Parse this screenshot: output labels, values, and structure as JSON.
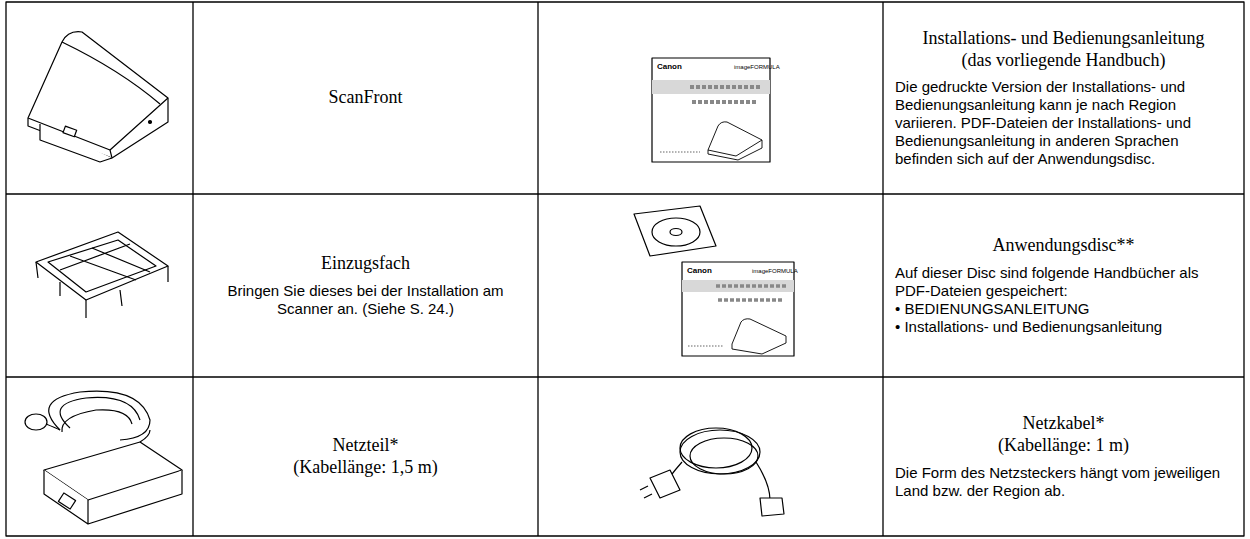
{
  "diagram": {
    "nodes": [
      {
        "text": [
          "ScanFront"
        ]
      },
      {
        "text": [
          "Installations- und Bedienungsanleitung",
          "(das vorliegende Handbuch)",
          "Die gedruckte Version der Installations- und Bedienungsanleitung kann je nach Region variieren. PDF-Dateien der Installations- und Bedienungsanleitung in anderen Sprachen befinden sich auf der Anwendungsdisc."
        ]
      },
      {
        "text": [
          "Einzugsfach",
          "Bringen Sie dieses bei der Installation am Scanner an. (Siehe S. 24.)"
        ]
      },
      {
        "text": [
          "Anwendungsdisc**",
          "Auf dieser Disc sind folgende Handbücher als PDF-Dateien gespeichert:",
          "• BEDIENUNGSANLEITUNG",
          "• Installations- und Bedienungsanleitung"
        ]
      },
      {
        "text": [
          "Netzteil*",
          "(Kabellänge: 1,5 m)"
        ]
      },
      {
        "text": [
          "Netzkabel*",
          "(Kabellänge: 1 m)",
          "Die Form des Netzsteckers hängt vom jeweiligen Land bzw. der Region ab."
        ]
      }
    ],
    "labels": [
      "Canon",
      "imageFORMULA",
      "Canon",
      "imageFORMULA"
    ]
  }
}
